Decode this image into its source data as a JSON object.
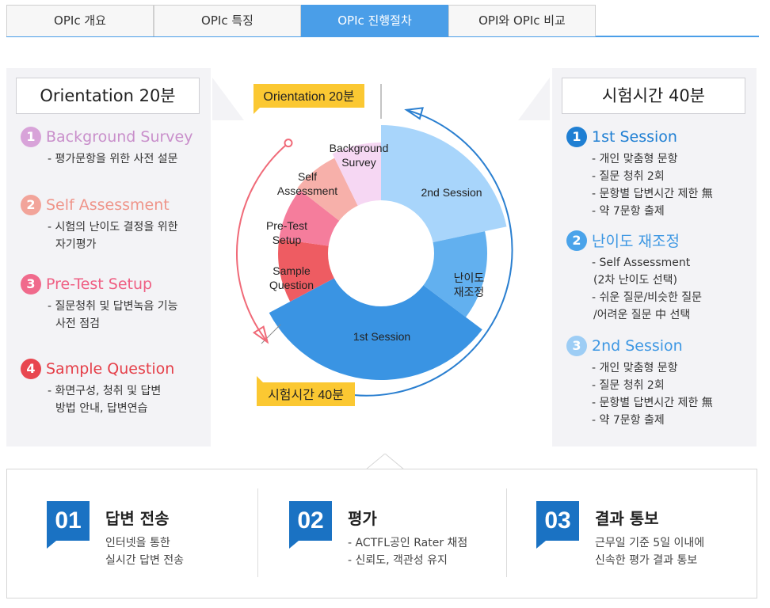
{
  "tabs": [
    {
      "label": "OPIc 개요"
    },
    {
      "label": "OPIc 특징"
    },
    {
      "label": "OPIc 진행절차"
    },
    {
      "label": "OPI와 OPIc 비교"
    }
  ],
  "left_panel": {
    "title": "Orientation 20분",
    "steps": [
      {
        "num": "1",
        "title": "Background Survey",
        "color": "#d8a3d9",
        "desc": [
          "- 평가문항을 위한 사전 설문"
        ]
      },
      {
        "num": "2",
        "title": "Self Assessment",
        "color": "#f2a49a",
        "desc": [
          "- 시험의 난이도 결정을 위한",
          "  자기평가"
        ]
      },
      {
        "num": "3",
        "title": "Pre-Test Setup",
        "color": "#f06a8c",
        "desc": [
          "- 질문청취 및 답변녹음 기능",
          "  사전 점검"
        ]
      },
      {
        "num": "4",
        "title": "Sample Question",
        "color": "#e8464f",
        "desc": [
          "- 화면구성, 청취 및 답변",
          "  방법 안내, 답변연습"
        ]
      }
    ]
  },
  "right_panel": {
    "title": "시험시간 40분",
    "steps": [
      {
        "num": "1",
        "title": "1st Session",
        "color": "#1f7fd3",
        "desc": [
          "- 개인 맞춤형 문항",
          "- 질문 청취 2회",
          "- 문항별 답변시간 제한 無",
          "- 약 7문항 출제"
        ]
      },
      {
        "num": "2",
        "title": "난이도 재조정",
        "color": "#4aa3ea",
        "desc": [
          "- Self Assessment",
          "  (2차 난이도 선택)",
          "- 쉬운 질문/비슷한 질문",
          "  /어려운 질문 中 선택"
        ]
      },
      {
        "num": "3",
        "title": "2nd Session",
        "color": "#9dcdf5",
        "desc": [
          "- 개인 맞춤형 문항",
          "- 질문 청취 2회",
          "- 문항별 답변시간 제한 無",
          "- 약 7문항 출제"
        ]
      }
    ]
  },
  "diagram": {
    "badge_top": "Orientation 20분",
    "badge_bottom": "시험시간 40분",
    "segments": {
      "second_session": "2nd Session",
      "difficulty_line1": "난이도",
      "difficulty_line2": "재조정",
      "first_session": "1st Session",
      "sample_line1": "Sample",
      "sample_line2": "Question",
      "pretest_line1": "Pre-Test",
      "pretest_line2": "Setup",
      "self_line1": "Self",
      "self_line2": "Assessment",
      "background_line1": "Background",
      "background_line2": "Survey"
    },
    "colors": {
      "second_session": "#a8d5fb",
      "difficulty": "#62b0ef",
      "first_session": "#3a94e3",
      "sample": "#ee5c62",
      "pretest": "#f57d9c",
      "self": "#f7b0aa",
      "background": "#f6d7f3",
      "badge": "#fbc832",
      "arrow_red": "#f06a78",
      "arrow_blue": "#2a7fd0"
    }
  },
  "bottom": {
    "stages": [
      {
        "num": "01",
        "title": "답변 전송",
        "desc": [
          "인터넷을 통한",
          "실시간 답변 전송"
        ]
      },
      {
        "num": "02",
        "title": "평가",
        "desc": [
          "- ACTFL공인 Rater 채점",
          "- 신뢰도, 객관성 유지"
        ]
      },
      {
        "num": "03",
        "title": "결과 통보",
        "desc": [
          "근무일 기준 5일 이내에",
          "신속한 평가 결과 통보"
        ]
      }
    ]
  }
}
